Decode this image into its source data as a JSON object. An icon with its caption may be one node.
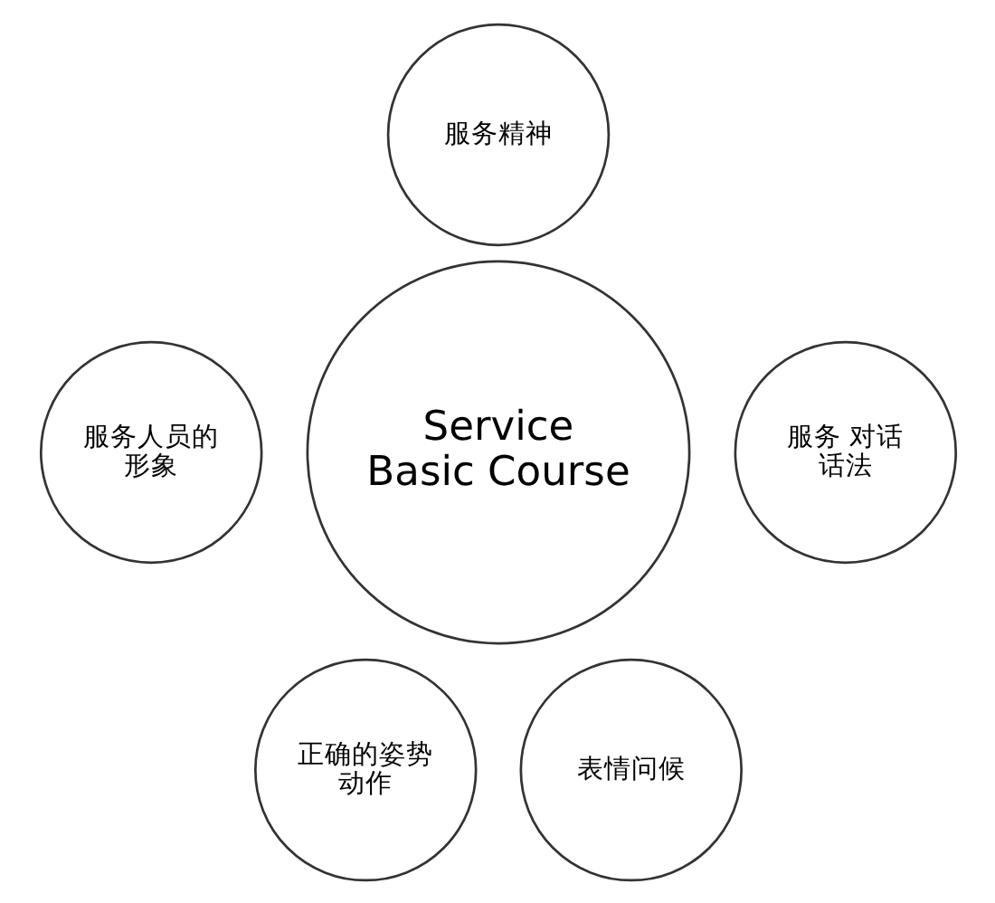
{
  "diagram": {
    "nodes": [
      {
        "text": [
          "Service Basic Course"
        ]
      },
      {
        "text": [
          "服务精神"
        ]
      },
      {
        "text": [
          "服务 对话话法"
        ]
      },
      {
        "text": [
          "正确的姿势动作"
        ]
      },
      {
        "text": [
          "表情问候"
        ]
      },
      {
        "text": [
          "服务人员的形象"
        ]
      }
    ]
  }
}
